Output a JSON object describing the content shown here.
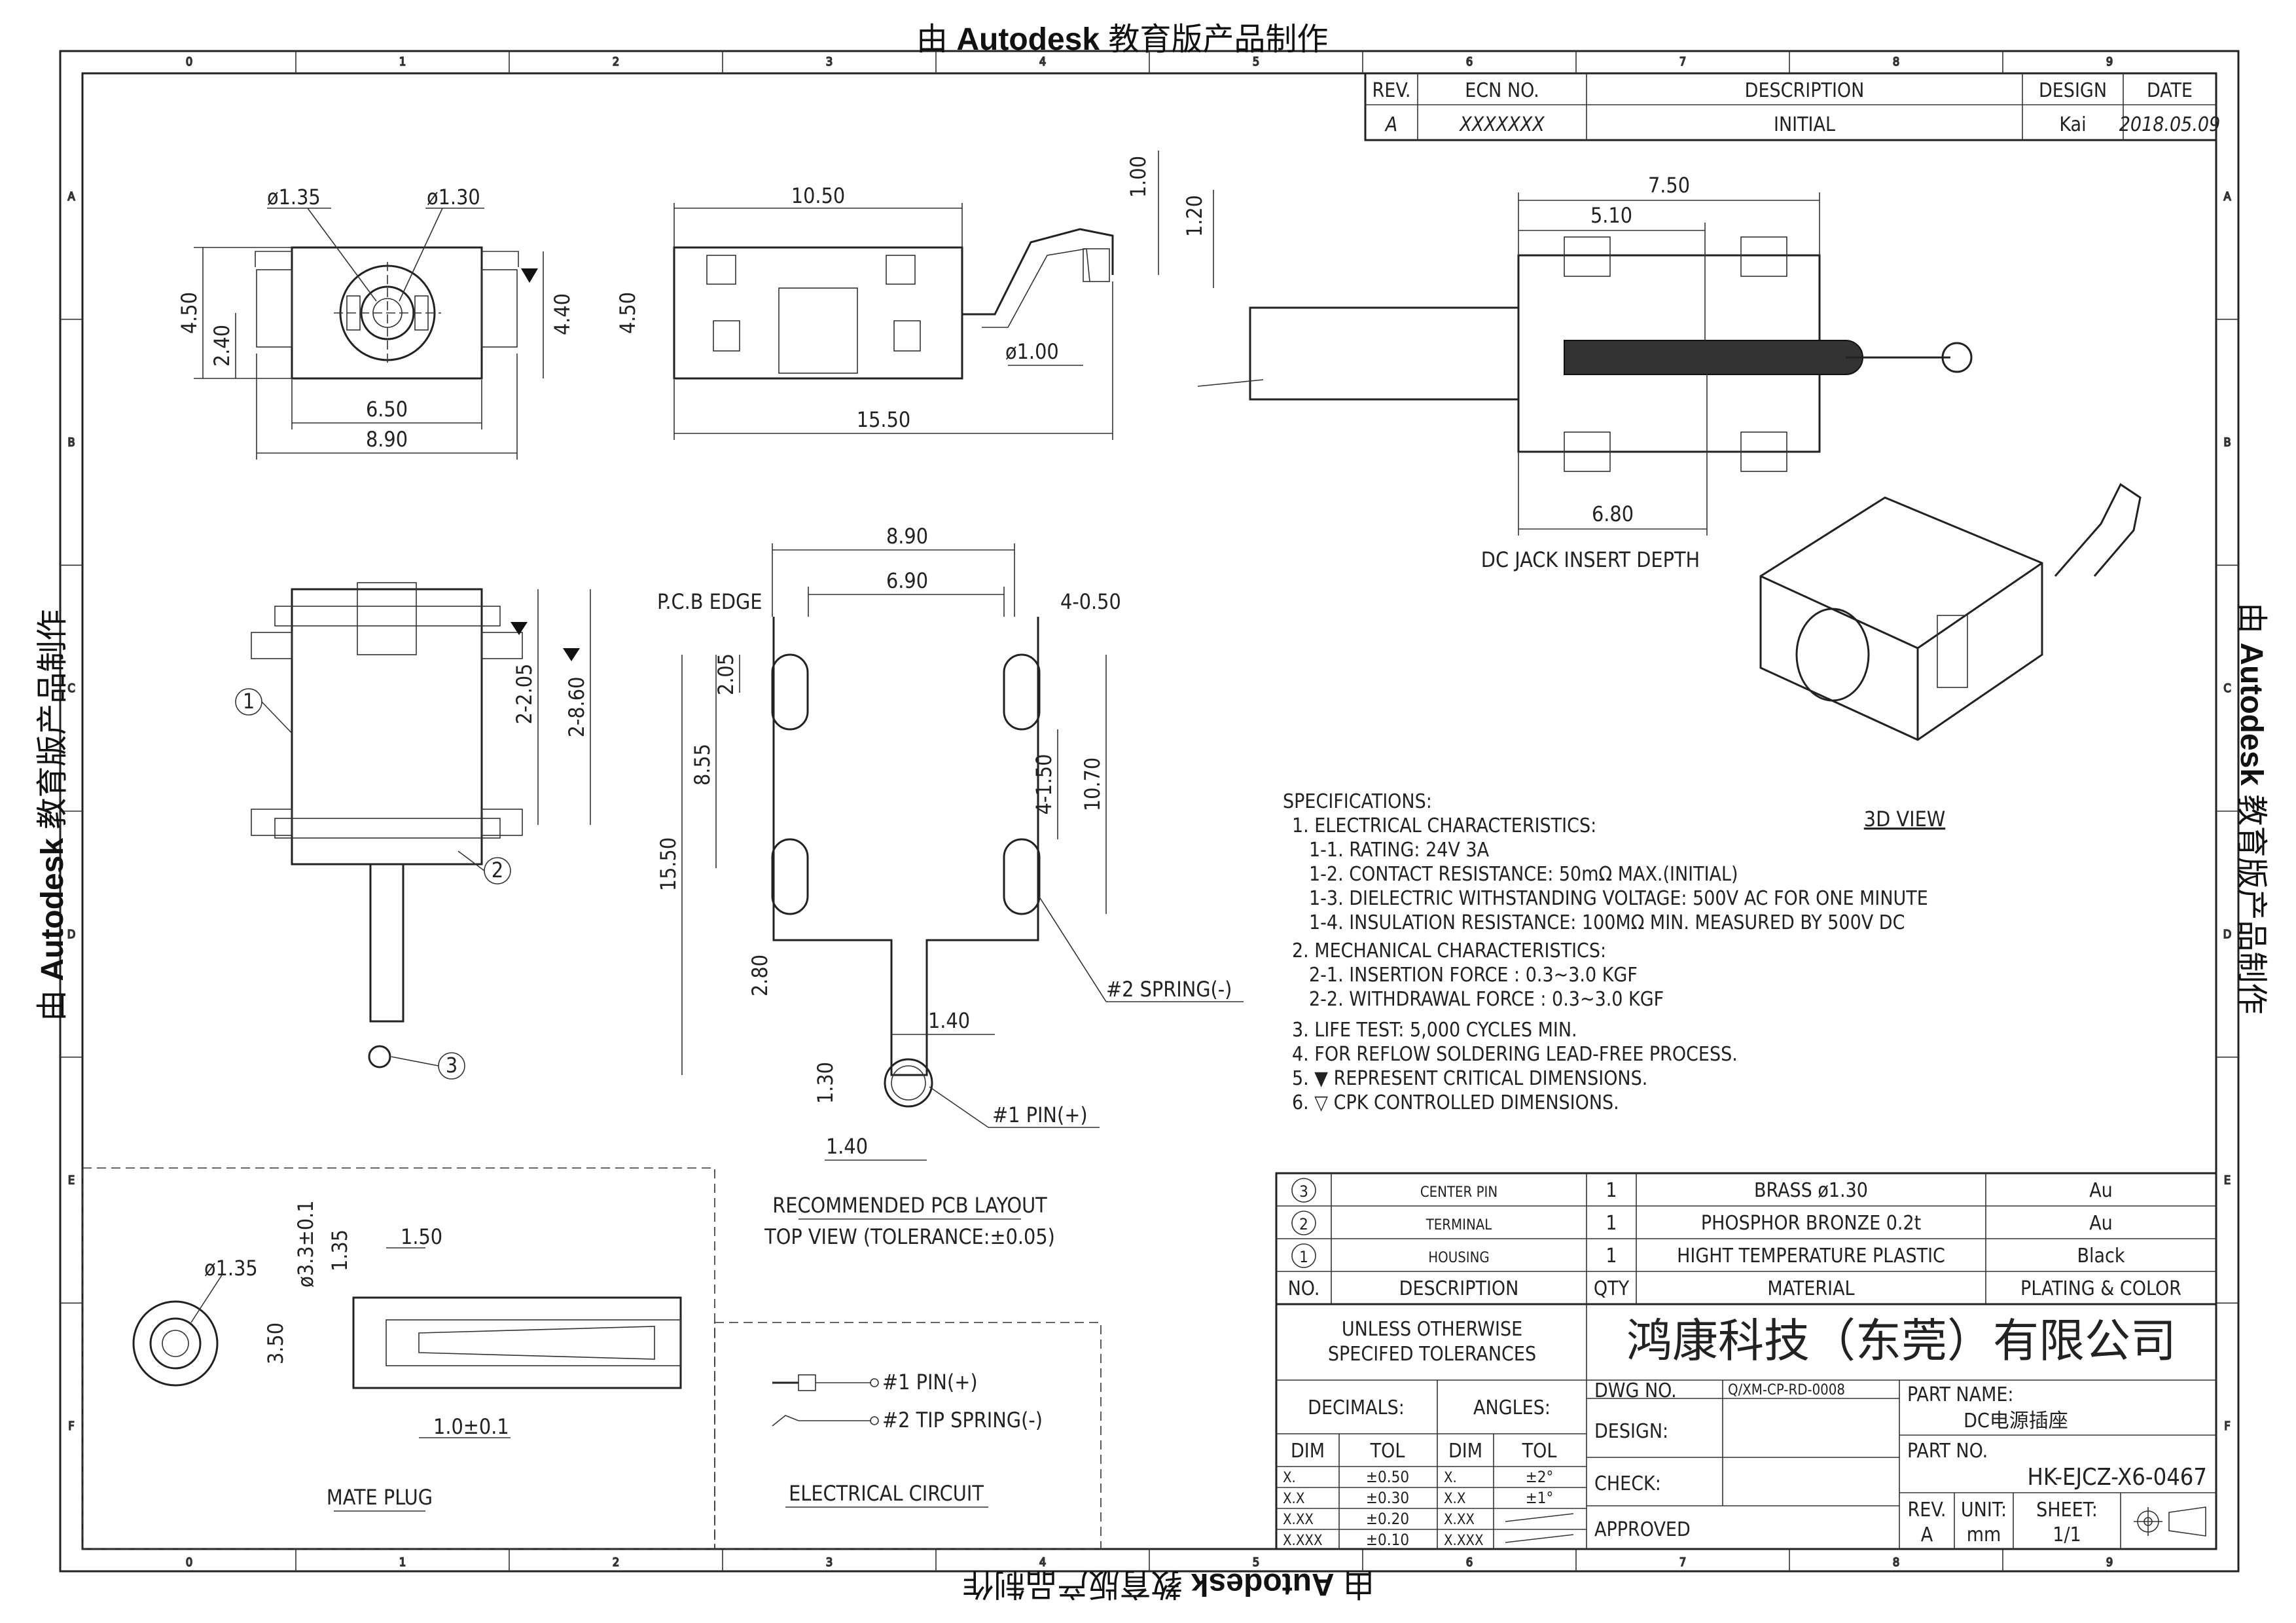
{
  "watermark": {
    "prefix": "由 ",
    "brand": "Autodesk",
    "suffix": " 教育版产品制作"
  },
  "grid": {
    "cols": [
      "0",
      "1",
      "2",
      "3",
      "4",
      "5",
      "6",
      "7",
      "8",
      "9"
    ],
    "rows": [
      "A",
      "B",
      "C",
      "D",
      "E",
      "F"
    ]
  },
  "revision": {
    "headers": [
      "REV.",
      "ECN NO.",
      "DESCRIPTION",
      "DESIGN",
      "DATE"
    ],
    "row": [
      "A",
      "XXXXXXX",
      "INITIAL",
      "Kai",
      "2018.05.09"
    ]
  },
  "dims": {
    "front": {
      "d1": "ø1.35",
      "d2": "ø1.30",
      "h1": "4.50",
      "h2": "2.40",
      "h3": "4.40",
      "w1": "6.50",
      "w2": "8.90"
    },
    "side": {
      "w": "10.50",
      "h": "4.50",
      "len": "15.50",
      "pin": "ø1.00",
      "t1": "1.00",
      "t2": "1.20"
    },
    "section": {
      "a": "7.50",
      "b": "5.10",
      "c": "6.80",
      "caption": "DC JACK INSERT DEPTH"
    },
    "bottom": {
      "a": "2-2.05",
      "b": "2-8.60",
      "callouts": [
        "1",
        "2",
        "3"
      ]
    },
    "pcb": {
      "w1": "8.90",
      "w2": "6.90",
      "edge": "P.C.B EDGE",
      "slot": "4-0.50",
      "s1": "2.05",
      "s2": "8.55",
      "s3": "15.50",
      "s4": "4-1.50",
      "s5": "10.70",
      "s6": "2.80",
      "s7": "1.40",
      "s8": "1.30",
      "s9": "1.40",
      "spring": "#2 SPRING(-)",
      "pin": "#1 PIN(+)",
      "caption1": "RECOMMENDED PCB LAYOUT",
      "caption2": "TOP VIEW (TOLERANCE:±0.05)"
    },
    "plug": {
      "d": "ø1.35",
      "od": "ø3.3±0.1",
      "a": "1.35",
      "b": "1.50",
      "c": "3.50",
      "len": "1.0±0.1",
      "caption": "MATE PLUG"
    },
    "circuit": {
      "pin": "#1 PIN(+)",
      "tip": "#2 TIP SPRING(-)",
      "caption": "ELECTRICAL CIRCUIT"
    },
    "view3d": "3D VIEW"
  },
  "specs": [
    "SPECIFICATIONS:",
    "1. ELECTRICAL CHARACTERISTICS:",
    "1-1. RATING: 24V 3A",
    "1-2. CONTACT RESISTANCE: 50mΩ MAX.(INITIAL)",
    "1-3. DIELECTRIC WITHSTANDING VOLTAGE: 500V AC FOR ONE MINUTE",
    "1-4. INSULATION RESISTANCE: 100MΩ MIN. MEASURED BY 500V DC",
    "2. MECHANICAL CHARACTERISTICS:",
    "2-1. INSERTION FORCE : 0.3~3.0 KGF",
    "2-2. WITHDRAWAL FORCE : 0.3~3.0 KGF",
    "3. LIFE TEST: 5,000 CYCLES MIN.",
    "4. FOR REFLOW SOLDERING LEAD-FREE PROCESS.",
    "5. ▼ REPRESENT CRITICAL DIMENSIONS.",
    "6. ▽ CPK CONTROLLED DIMENSIONS."
  ],
  "bom": {
    "rows": [
      {
        "no": "3",
        "desc": "CENTER PIN",
        "qty": "1",
        "mat": "BRASS ø1.30",
        "plating": "Au"
      },
      {
        "no": "2",
        "desc": "TERMINAL",
        "qty": "1",
        "mat": "PHOSPHOR BRONZE 0.2t",
        "plating": "Au"
      },
      {
        "no": "1",
        "desc": "HOUSING",
        "qty": "1",
        "mat": "HIGHT TEMPERATURE PLASTIC",
        "plating": "Black"
      }
    ],
    "headers": [
      "NO.",
      "DESCRIPTION",
      "QTY",
      "MATERIAL",
      "PLATING & COLOR"
    ]
  },
  "titleblock": {
    "unless1": "UNLESS OTHERWISE",
    "unless2": "SPECIFED TOLERANCES",
    "company": "鸿康科技（东莞）有限公司",
    "decimals": "DECIMALS:",
    "angles": "ANGLES:",
    "dim": "DIM",
    "tol": "TOL",
    "dec_rows": [
      [
        "X.",
        "±0.50"
      ],
      [
        "X.X",
        "±0.30"
      ],
      [
        "X.XX",
        "±0.20"
      ],
      [
        "X.XXX",
        "±0.10"
      ]
    ],
    "ang_rows": [
      [
        "X.",
        "±2°"
      ],
      [
        "X.X",
        "±1°"
      ],
      [
        "X.XX",
        ""
      ],
      [
        "X.XXX",
        ""
      ]
    ],
    "dwg_label": "DWG NO.",
    "dwg_no": "Q/XM-CP-RD-0008",
    "design": "DESIGN:",
    "check": "CHECK:",
    "approved": "APPROVED",
    "part_name_label": "PART NAME:",
    "part_name": "DC电源插座",
    "part_no_label": "PART NO.",
    "part_no": "HK-EJCZ-X6-0467",
    "rev_label": "REV.",
    "rev": "A",
    "unit_label": "UNIT:",
    "unit": "mm",
    "sheet_label": "SHEET:",
    "sheet": "1/1"
  }
}
